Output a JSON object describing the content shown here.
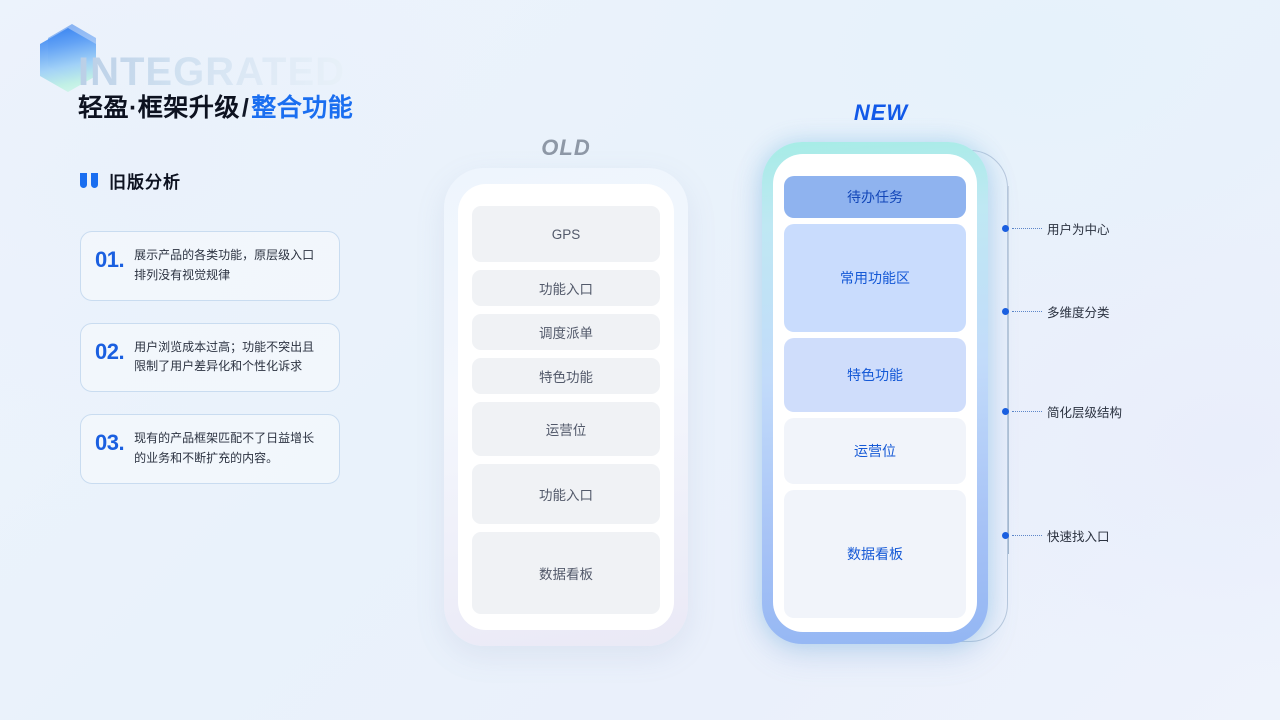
{
  "header": {
    "brand_en": "INTEGRATED",
    "brand_cn_main": "轻盈·框架升级",
    "brand_cn_slash": "/",
    "brand_cn_accent": "整合功能",
    "accent_color": "#1a6ef0",
    "logo_icon": "hexagon-logo"
  },
  "left": {
    "section_title": "旧版分析",
    "quote_icon": "quote-icon",
    "points": [
      {
        "num": "01.",
        "text": "展示产品的各类功能，原层级入口排列没有视觉规律"
      },
      {
        "num": "02.",
        "text": "用户浏览成本过高；功能不突出且限制了用户差异化和个性化诉求"
      },
      {
        "num": "03.",
        "text": "现有的产品框架匹配不了日益增长的业务和不断扩充的内容。"
      }
    ]
  },
  "old_phone": {
    "label": "OLD",
    "items": [
      {
        "label": "GPS"
      },
      {
        "label": "功能入口"
      },
      {
        "label": "调度派单"
      },
      {
        "label": "特色功能"
      },
      {
        "label": "运营位"
      },
      {
        "label": "功能入口"
      },
      {
        "label": "数据看板"
      }
    ]
  },
  "new_phone": {
    "label": "NEW",
    "items": [
      {
        "label": "待办任务"
      },
      {
        "label": "常用功能区"
      },
      {
        "label": "特色功能"
      },
      {
        "label": "运营位"
      },
      {
        "label": "数据看板"
      }
    ]
  },
  "annotations": [
    {
      "text": "用户为中心"
    },
    {
      "text": "多维度分类"
    },
    {
      "text": "简化层级结构"
    },
    {
      "text": "快速找入口"
    }
  ],
  "colors": {
    "accent_blue": "#1a6ef0",
    "deep_blue": "#1159e8",
    "card_primary": "#8fb3ef",
    "card_strong": "#c9dcfd",
    "card_plain": "#f1f4fa",
    "old_card": "#f0f2f5",
    "old_label_gray": "#8e98a6"
  }
}
